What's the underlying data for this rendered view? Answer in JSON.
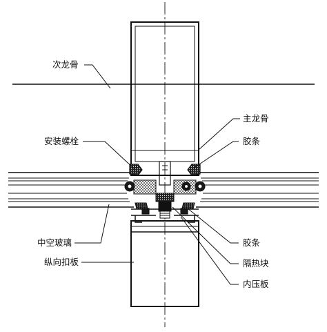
{
  "labels": {
    "secondary_keel": "次龙骨",
    "mounting_bolt": "安装螺栓",
    "main_keel": "主龙骨",
    "gasket_upper": "胶条",
    "insulating_glass": "中空玻璃",
    "gasket_lower": "胶条",
    "vertical_cover_plate": "纵向扣板",
    "thermal_break_block": "隔热块",
    "inner_pressure_plate": "内压板"
  },
  "colors": {
    "line": "#111111",
    "background": "#ffffff"
  }
}
